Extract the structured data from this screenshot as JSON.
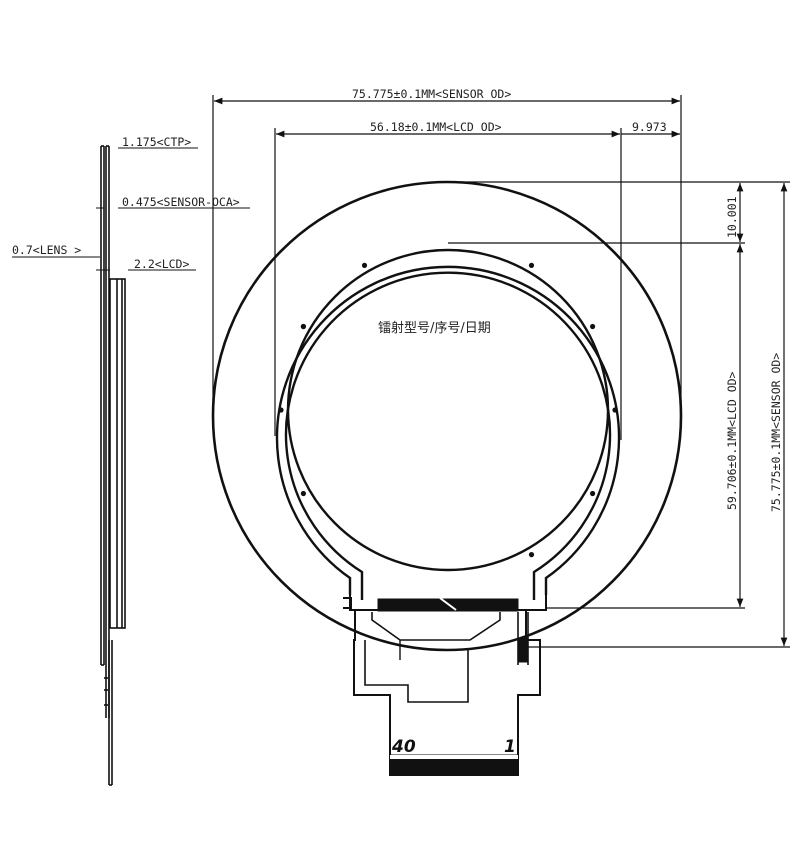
{
  "dimensions": {
    "sensor_od_width": "75.775±0.1MM<SENSOR OD>",
    "lcd_od_width": "56.18±0.1MM<LCD OD>",
    "offset_right": "9.973",
    "offset_top": "10.001",
    "lcd_od_height": "59.706±0.1MM<LCD OD>",
    "sensor_od_height": "75.775±0.1MM<SENSOR OD>"
  },
  "side_view": {
    "ctp": "1.175<CTP>",
    "sensor_oca": "0.475<SENSOR-OCA>",
    "lens": "0.7<LENS >",
    "lcd": "2.2<LCD>"
  },
  "center_label": "镭射型号/序号/日期",
  "fpc_pins": {
    "left": "40",
    "right": "1"
  },
  "colors": {
    "line": "#111111",
    "background": "#ffffff"
  }
}
